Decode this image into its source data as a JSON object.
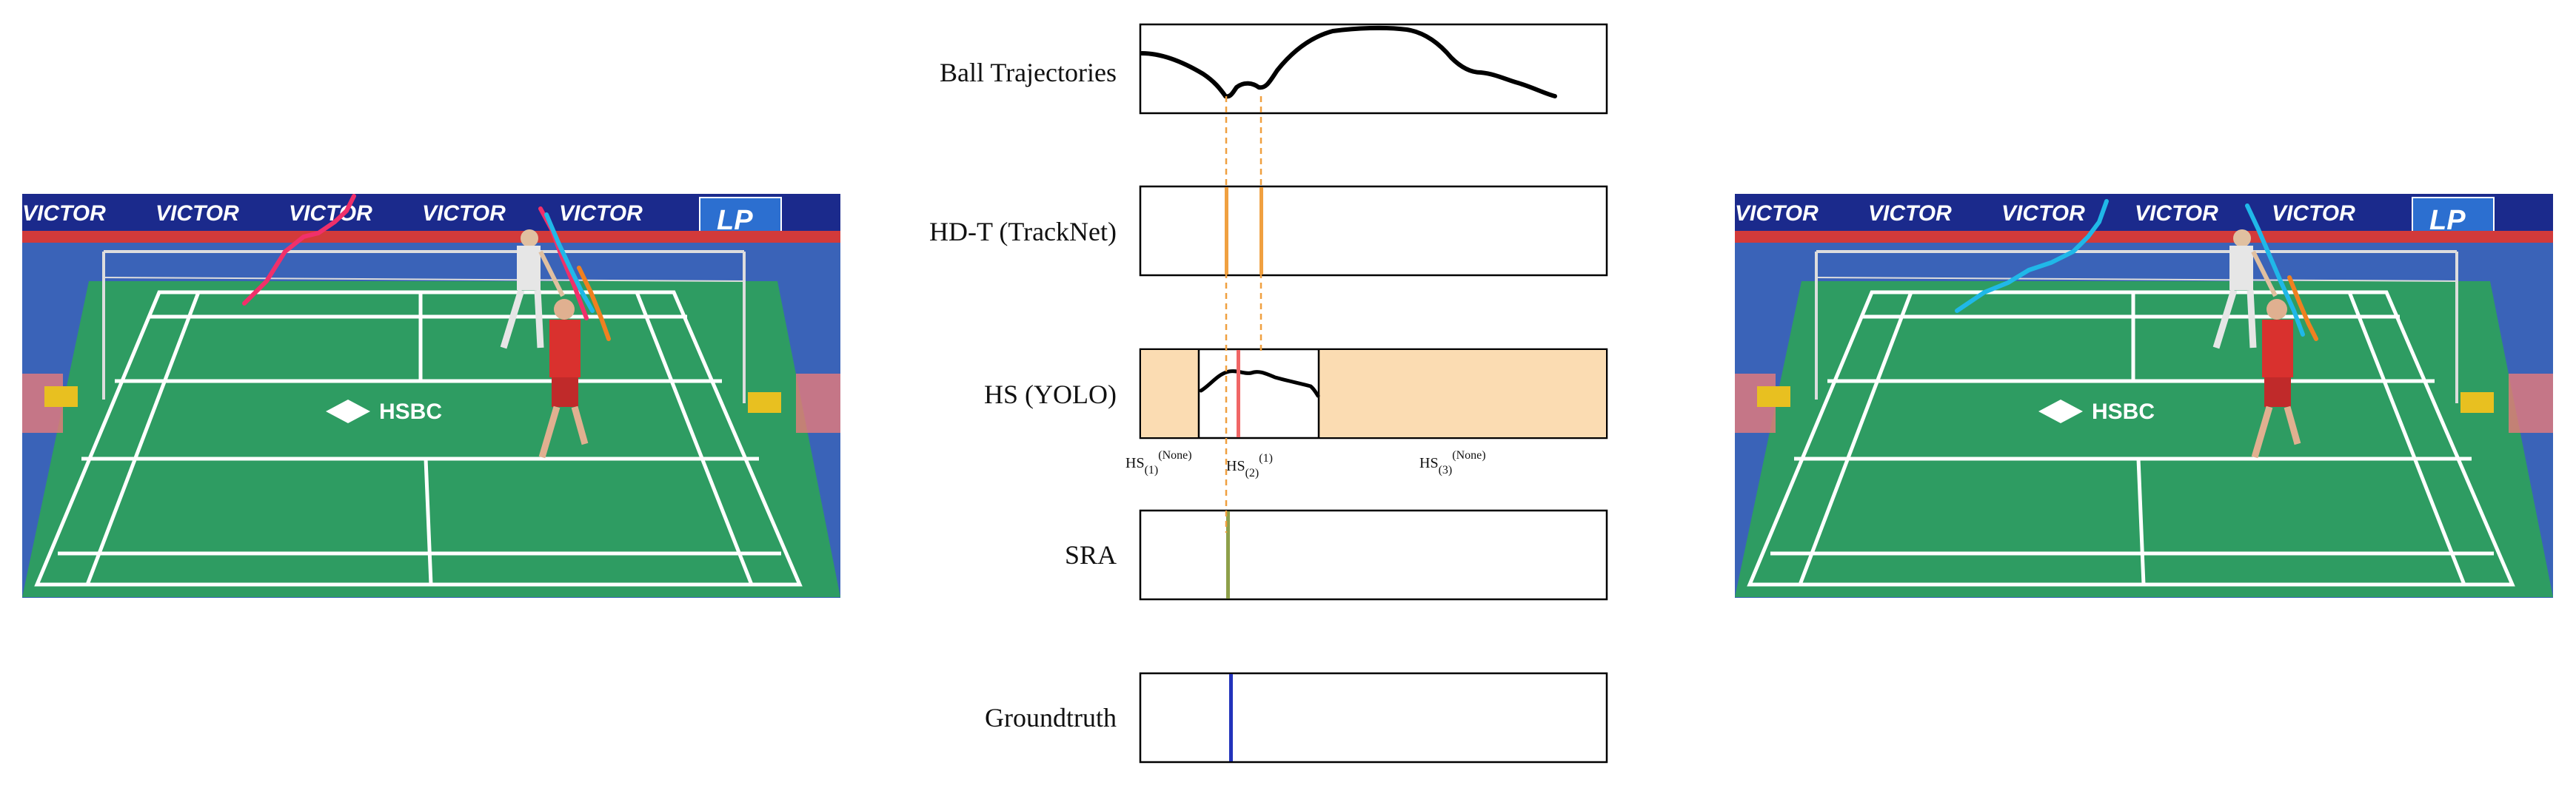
{
  "rows": {
    "ball_trajectories": "Ball Trajectories",
    "hd_t": "HD-T (TrackNet)",
    "hs_yolo": "HS (YOLO)",
    "sra": "SRA",
    "groundtruth": "Groundtruth"
  },
  "hs_segments": [
    {
      "base": "HS",
      "sub": "(1)",
      "sup": "(None)"
    },
    {
      "base": "HS",
      "sub": "(2)",
      "sup": "(1)"
    },
    {
      "base": "HS",
      "sub": "(3)",
      "sup": "(None)"
    }
  ],
  "scene": {
    "sponsor": "VICTOR",
    "court_logo": "HSBC",
    "corner_logo": "LP"
  },
  "colors": {
    "segment_fill": "#fbdcb2",
    "hd_t_marker": "#f0a040",
    "hs_marker": "#f06666",
    "sra_marker": "#8ea04a",
    "groundtruth_marker": "#2233bb",
    "court_green": "#2e9c62",
    "banner_blue": "#1b2a8c",
    "left_trajectory": "#f0306a",
    "right_trajectory": "#20b8e8",
    "orange_trajectory": "#f08020"
  }
}
